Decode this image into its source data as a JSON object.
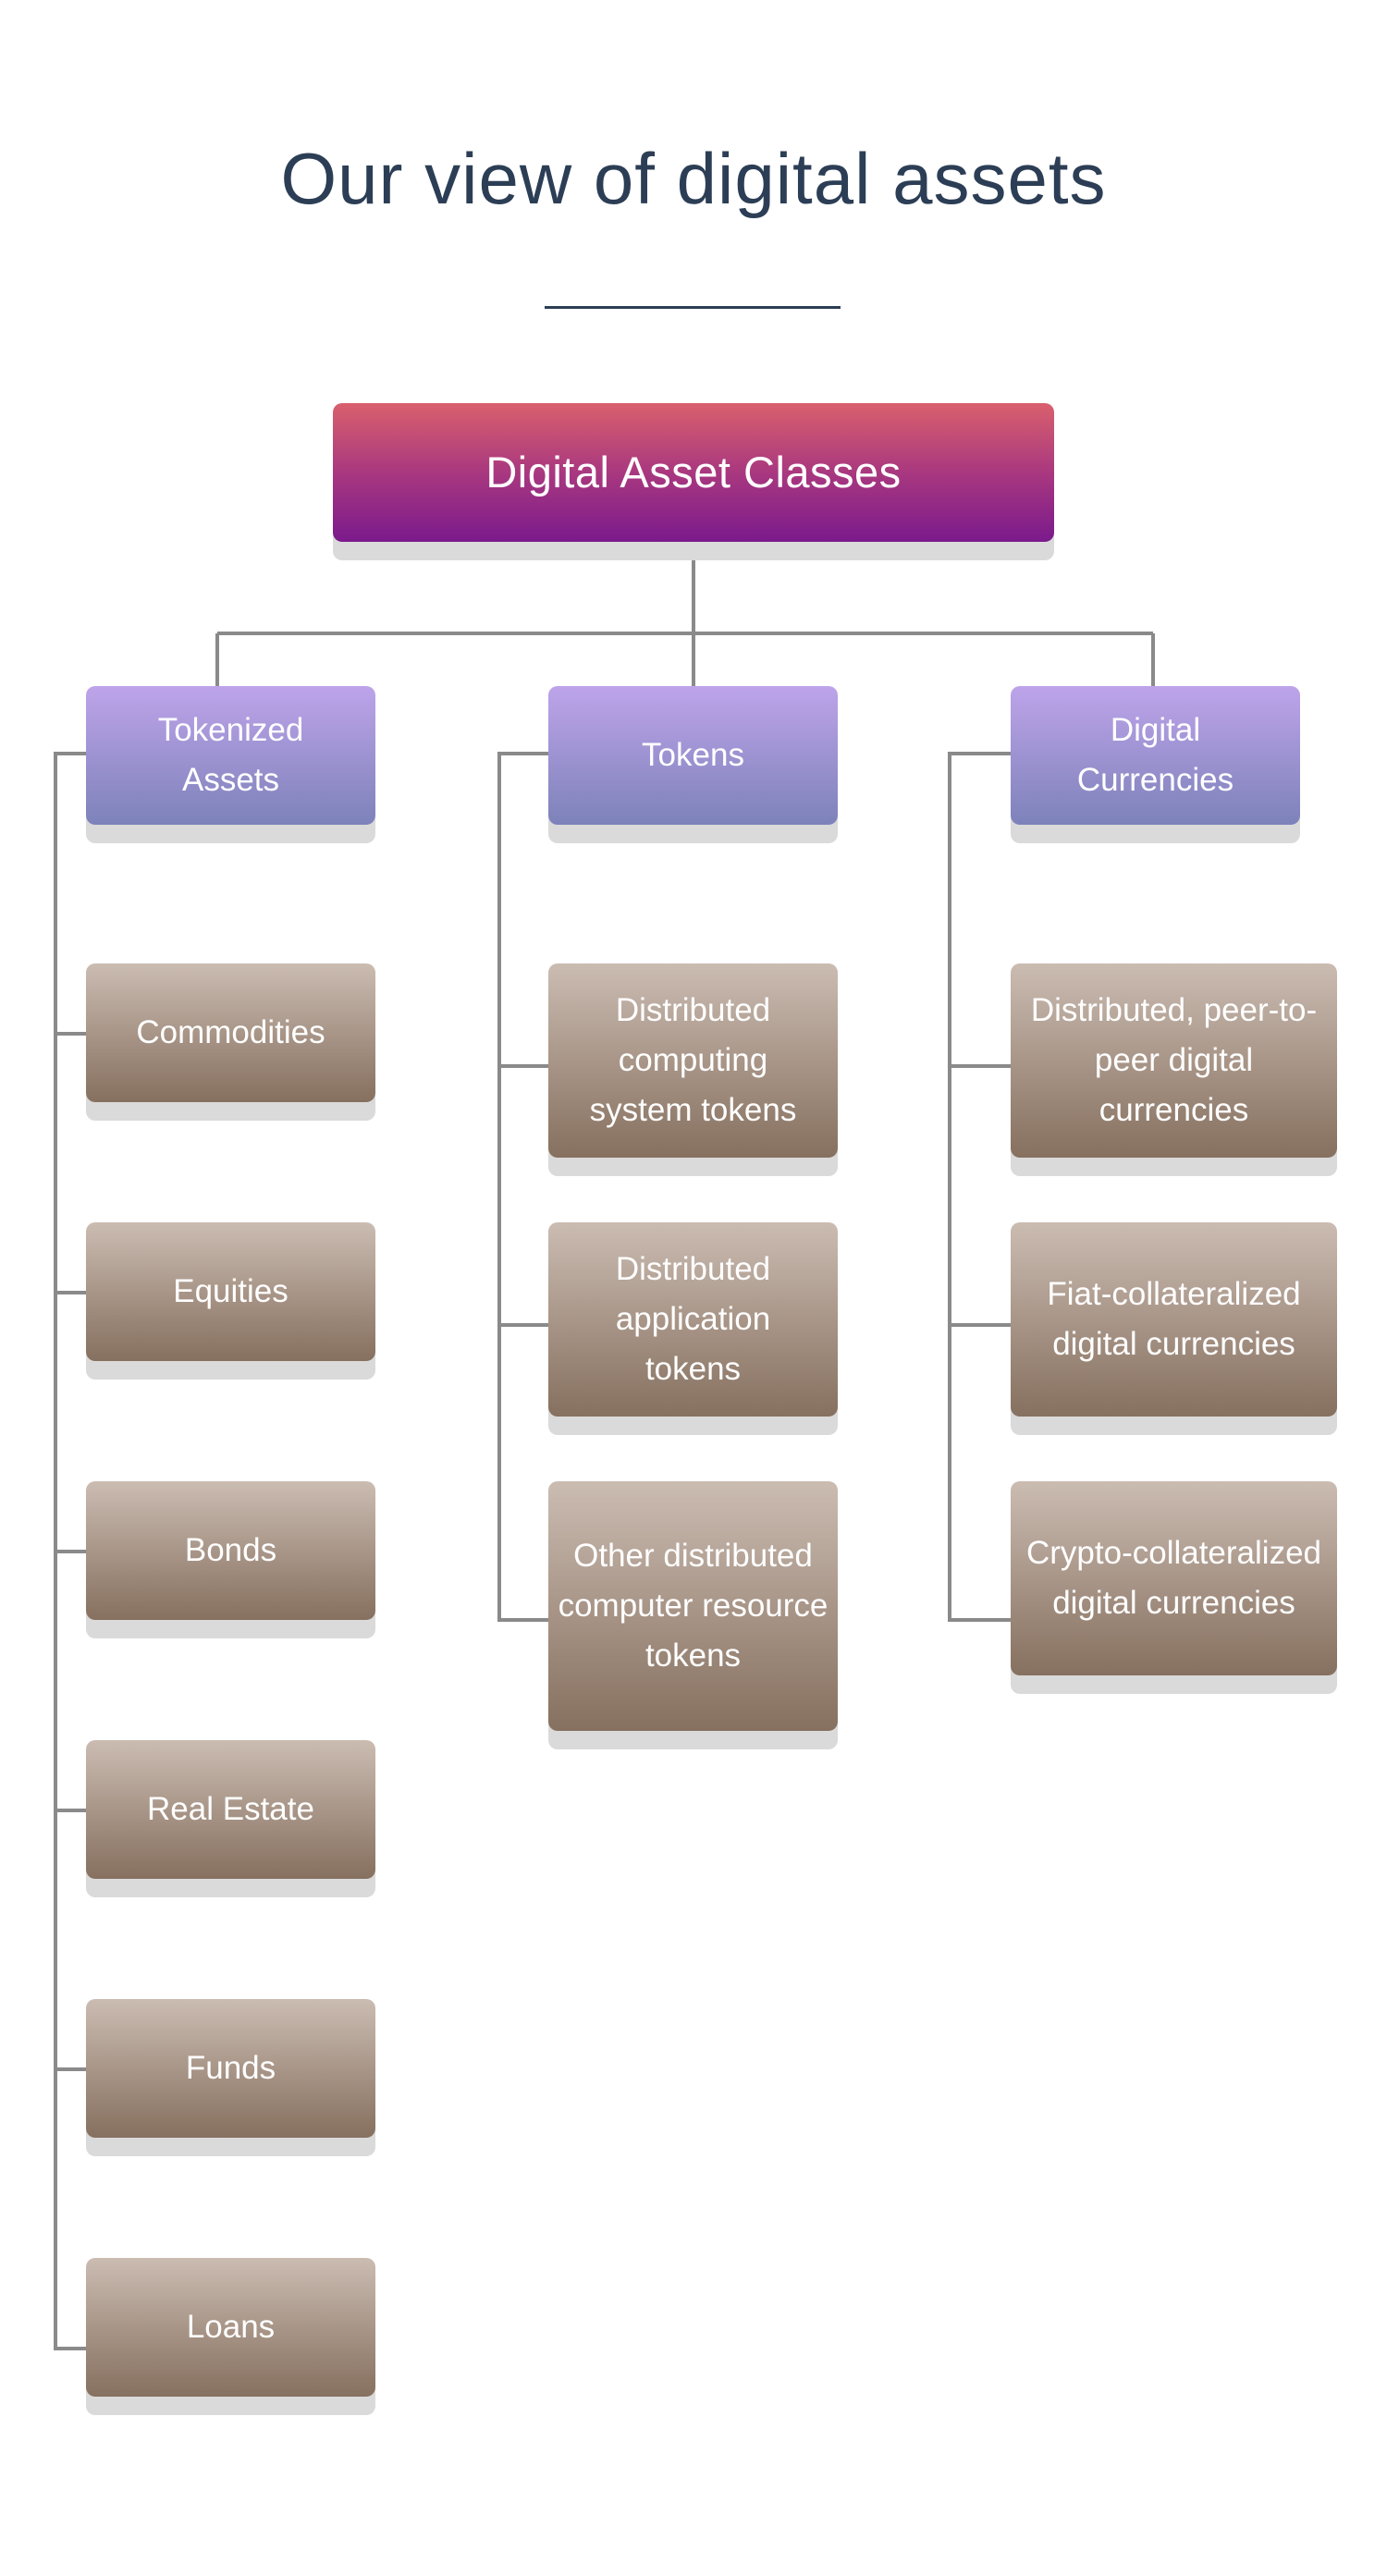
{
  "header": {
    "title": "Our view of digital assets"
  },
  "diagram": {
    "root": "Digital Asset Classes",
    "categories": [
      {
        "label": "Tokenized Assets",
        "children": [
          "Commodities",
          "Equities",
          "Bonds",
          "Real Estate",
          "Funds",
          "Loans"
        ]
      },
      {
        "label": "Tokens",
        "children": [
          "Distributed computing system tokens",
          "Distributed application tokens",
          "Other distributed computer resource tokens"
        ]
      },
      {
        "label": "Digital Currencies",
        "children": [
          "Distributed, peer-to-peer digital currencies",
          "Fiat-collateralized digital currencies",
          "Crypto-collateralized digital currencies"
        ]
      }
    ]
  },
  "colors": {
    "title": "#2c3e55",
    "root_top": "#d9606d",
    "root_bottom": "#7b1a8c",
    "category_top": "#bea4ea",
    "category_bottom": "#7d82ba",
    "leaf_top": "#cbbcb2",
    "leaf_bottom": "#86705f",
    "connector": "#8a8a8a"
  }
}
